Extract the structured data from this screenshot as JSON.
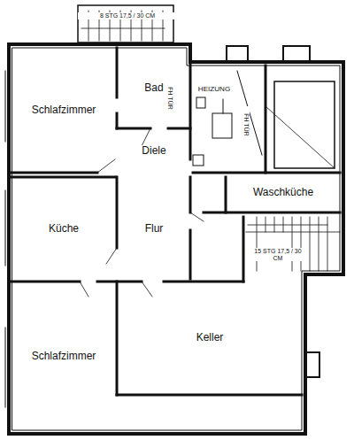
{
  "diagram": {
    "nodes": [
      {
        "text": [
          "Schlafzimmer"
        ]
      },
      {
        "text": [
          "Bad"
        ]
      },
      {
        "text": [
          "HEIZUNG"
        ]
      },
      {
        "text": [
          "Diele"
        ]
      },
      {
        "text": [
          "Küche"
        ]
      },
      {
        "text": [
          "Flur"
        ]
      },
      {
        "text": [
          "Waschküche"
        ]
      },
      {
        "text": [
          "Keller"
        ]
      },
      {
        "text": [
          "Schlafzimmer"
        ]
      }
    ],
    "labels": [
      "8 STG 17,5 / 30 CM",
      "FH TÜR",
      "FH TÜR",
      "15 STG 17,5 / 30 CM"
    ]
  }
}
